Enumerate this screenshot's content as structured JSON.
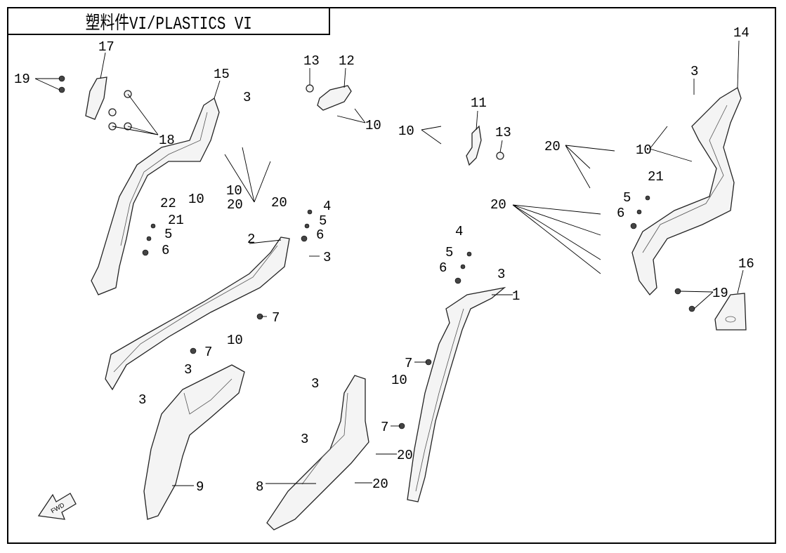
{
  "title": "塑料件VI/PLASTICS VI",
  "fwd_label": "FWD",
  "callouts": [
    "17",
    "19",
    "18",
    "15",
    "3",
    "13",
    "12",
    "10",
    "11",
    "10",
    "13",
    "14",
    "3",
    "20",
    "10",
    "21",
    "5",
    "6",
    "20",
    "22",
    "10",
    "10",
    "20",
    "20",
    "21",
    "5",
    "6",
    "4",
    "5",
    "6",
    "2",
    "3",
    "4",
    "5",
    "6",
    "3",
    "1",
    "7",
    "7",
    "10",
    "3",
    "3",
    "9",
    "3",
    "10",
    "7",
    "7",
    "3",
    "20",
    "8",
    "20",
    "16",
    "19"
  ]
}
